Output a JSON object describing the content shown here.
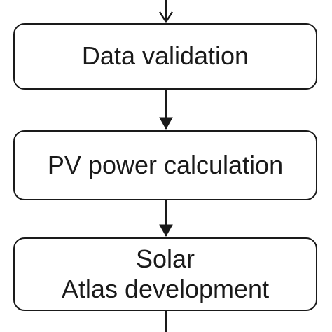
{
  "diagram": {
    "nodes": [
      {
        "id": "data-validation",
        "lines": [
          "Data validation"
        ]
      },
      {
        "id": "pv-power-calculation",
        "lines": [
          "PV power calculation"
        ]
      },
      {
        "id": "solar-atlas-development",
        "lines": [
          "Solar",
          "Atlas development"
        ]
      }
    ],
    "edges": [
      {
        "from": "",
        "to": "data-validation"
      },
      {
        "from": "data-validation",
        "to": "pv-power-calculation"
      },
      {
        "from": "pv-power-calculation",
        "to": "solar-atlas-development"
      },
      {
        "from": "solar-atlas-development",
        "to": ""
      }
    ],
    "stroke_color": "#1a1a1a",
    "background_color": "#ffffff"
  }
}
